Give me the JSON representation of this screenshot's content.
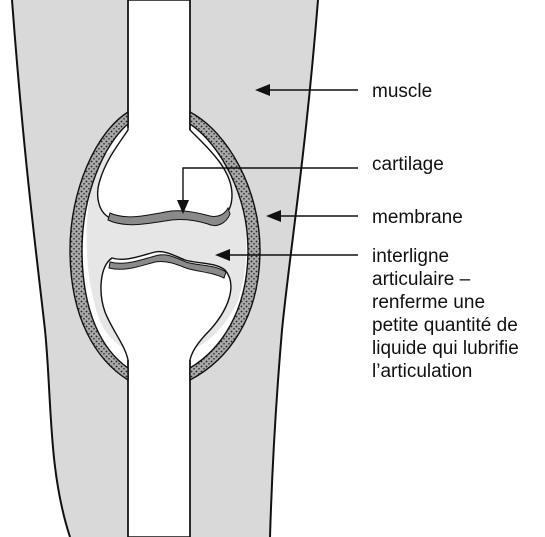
{
  "labels": {
    "muscle": "muscle",
    "cartilage": "cartilage",
    "membrane": "membrane",
    "interligne": [
      "interligne",
      "articulaire –",
      "renferme une",
      "petite quantité de",
      "liquide qui lubrifie",
      "l’articulation"
    ]
  },
  "colors": {
    "tissue": "#d9d9d9",
    "bone": "#ffffff",
    "outline": "#111111",
    "membrane_fill": "#6f6f6f",
    "cartilage_fill": "#8a8a8a"
  }
}
